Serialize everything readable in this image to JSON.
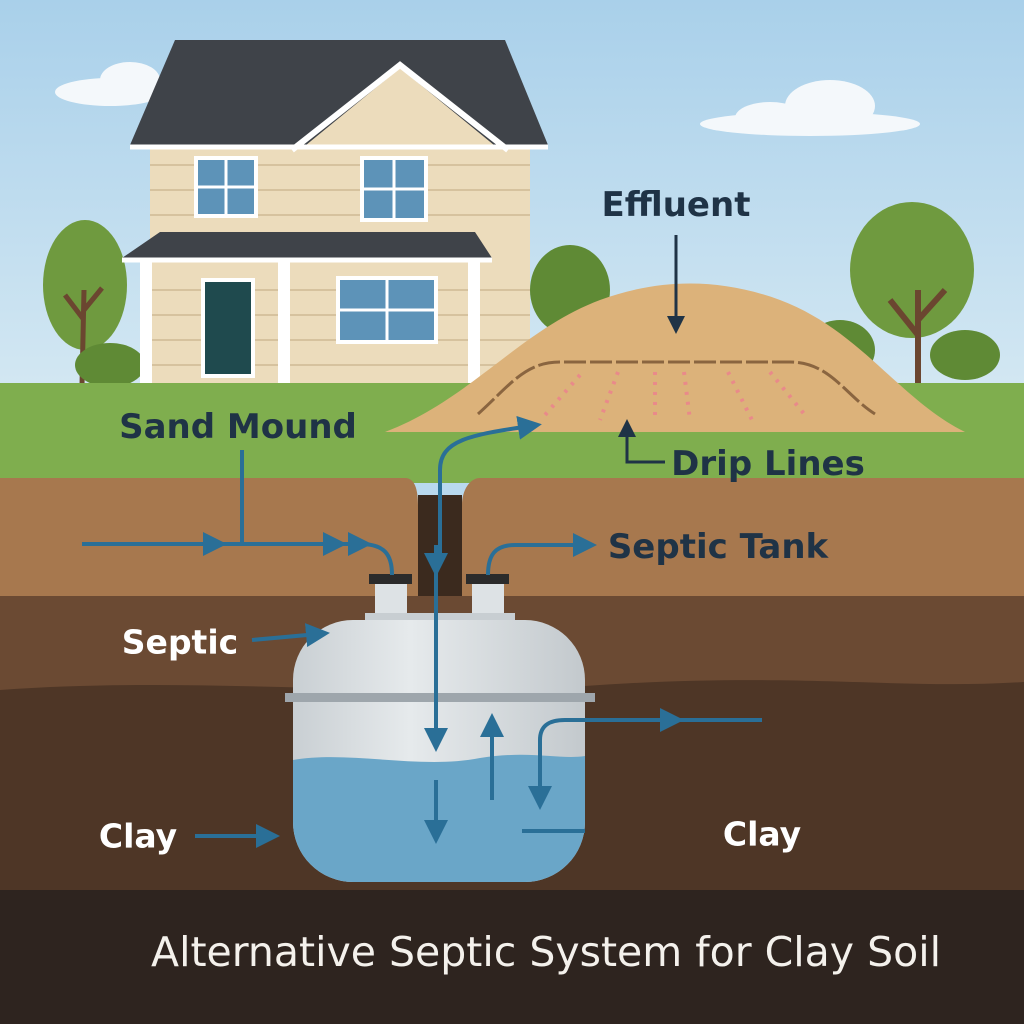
{
  "title": "Alternative Septic System for Clay Soil",
  "labels": {
    "effluent": "Effluent",
    "sand_mound": "Sand Mound",
    "drip_lines": "Drip Lines",
    "septic_tank": "Septic Tank",
    "septic": "Septic",
    "clay_left": "Clay",
    "clay_right": "Clay"
  },
  "colors": {
    "arrow": "#2a6f97",
    "label_dark": "#1f3346",
    "sky": "#b9d9ee",
    "grass": "#7fae4e",
    "topsoil": "#a7784e",
    "clay": "#4e3626",
    "water": "#6aa6c8"
  }
}
